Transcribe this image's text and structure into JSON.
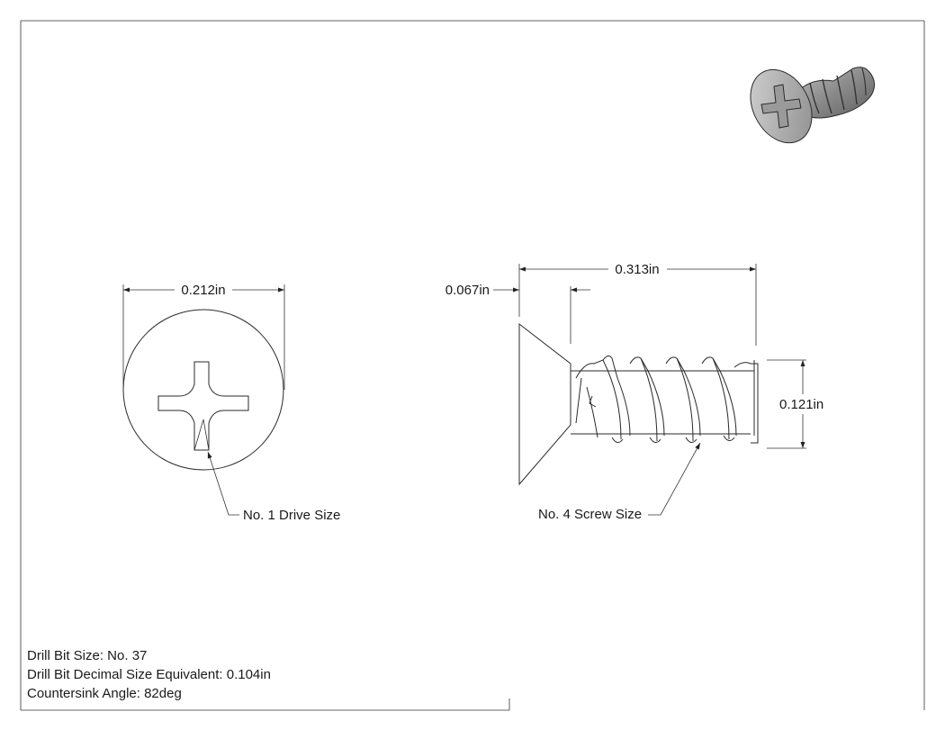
{
  "dimensions": {
    "head_diameter": "0.212in",
    "overall_length": "0.313in",
    "head_height": "0.067in",
    "thread_diameter": "0.121in"
  },
  "callouts": {
    "drive_size": "No. 1 Drive Size",
    "screw_size": "No. 4 Screw Size"
  },
  "notes": {
    "drill_bit_size": "Drill Bit Size: No. 37",
    "drill_bit_decimal": "Drill Bit Decimal Size Equivalent: 0.104in",
    "countersink_angle": "Countersink Angle: 82deg"
  }
}
